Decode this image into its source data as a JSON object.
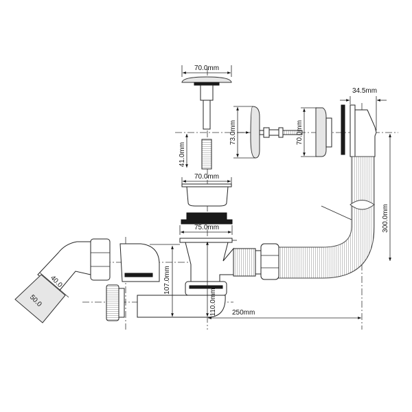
{
  "title": "Bath drain and overflow assembly dimension drawing",
  "dimensions": {
    "plug_cap_width": "70.0mm",
    "threaded_stem_length": "41.0mm",
    "strainer_width": "70.0mm",
    "gasket_width": "75.0mm",
    "overflow_cover_height": "73.0mm",
    "overflow_body_height": "70.0mm",
    "overflow_depth": "34.5mm",
    "overflow_height": "300.0mm",
    "trap_height": "107.0mm",
    "drain_height": "110.0mm",
    "horizontal_distance": "250mm",
    "outlet_inner": "40.0",
    "outlet_outer": "50.0"
  }
}
